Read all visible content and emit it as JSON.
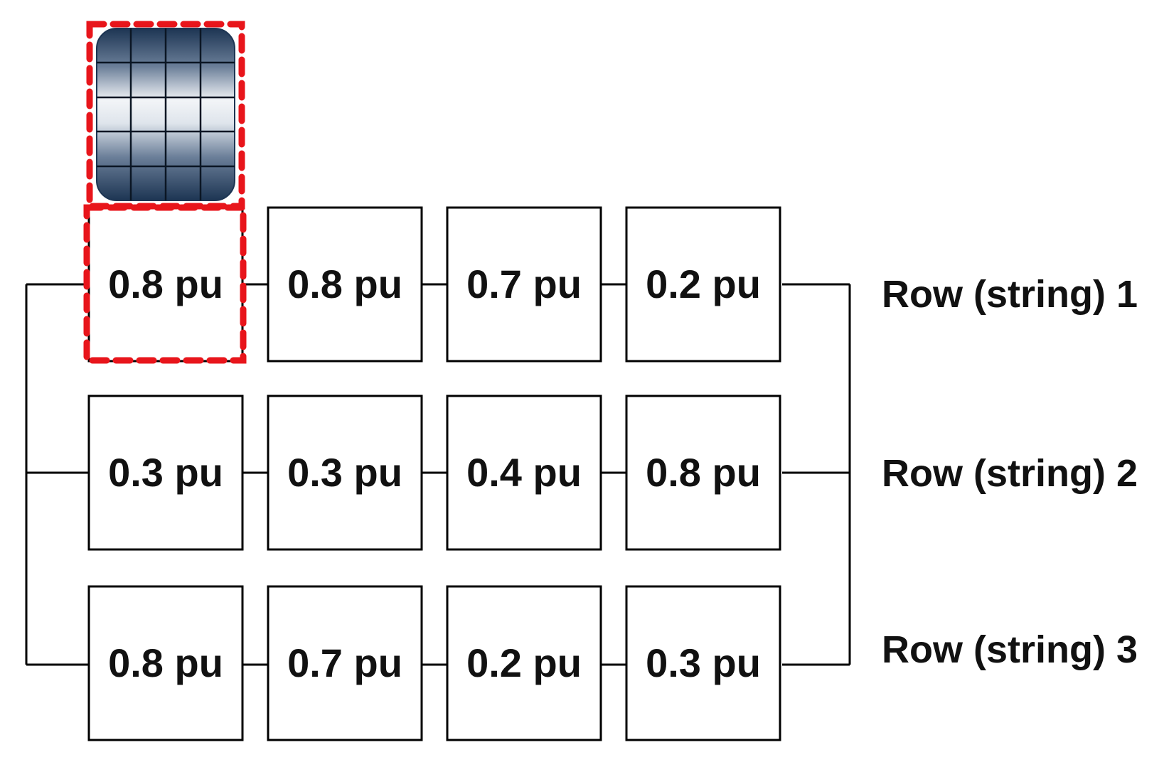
{
  "rows": [
    {
      "label": "Row (string) 1",
      "cells": [
        "0.8 pu",
        "0.8 pu",
        "0.7 pu",
        "0.2 pu"
      ]
    },
    {
      "label": "Row (string) 2",
      "cells": [
        "0.3 pu",
        "0.3 pu",
        "0.4 pu",
        "0.8 pu"
      ]
    },
    {
      "label": "Row (string) 3",
      "cells": [
        "0.8 pu",
        "0.7 pu",
        "0.2 pu",
        "0.3 pu"
      ]
    }
  ],
  "highlight": {
    "row": 1,
    "cell": 1,
    "color": "#e8151b"
  },
  "colors": {
    "line": "#000000",
    "panel_dark": "#1d3553",
    "panel_light": "#f2f4f7"
  },
  "icons": {
    "solar_panel": "solar-panel-icon"
  }
}
